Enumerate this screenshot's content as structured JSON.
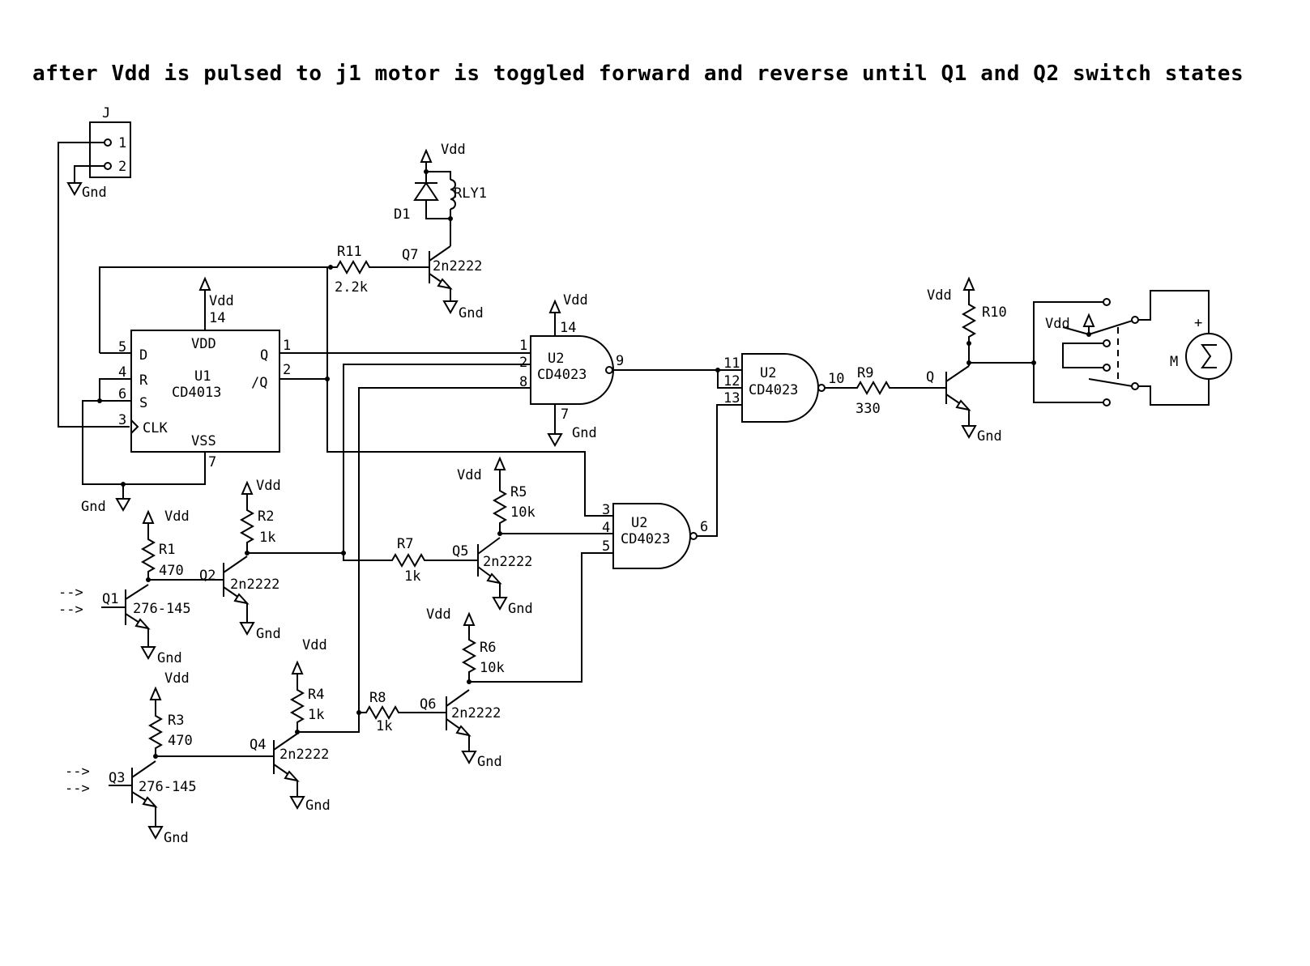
{
  "title": "after Vdd is pulsed to j1 motor is toggled forward and reverse until Q1 and Q2 switch states",
  "labels": {
    "j_connector": "J",
    "j_pin1": "1",
    "j_pin2": "2",
    "gnd": "Gnd",
    "vdd": "Vdd",
    "d1": "D1",
    "rly1": "RLY1",
    "r11": "R11",
    "r11_value": "2.2k",
    "q7": "Q7",
    "q7_part": "2n2222",
    "u1": "U1",
    "u1_part": "CD4013",
    "u1_vdd": "VDD",
    "u1_vss": "VSS",
    "u1_d": "D",
    "u1_r": "R",
    "u1_s": "S",
    "u1_clk": "CLK",
    "u1_q": "Q",
    "u1_qbar": "/Q",
    "u1_pin14": "14",
    "u1_pin5": "5",
    "u1_pin4": "4",
    "u1_pin6": "6",
    "u1_pin3": "3",
    "u1_pin1": "1",
    "u1_pin2": "2",
    "u1_pin7": "7",
    "u2": "U2",
    "u2_part": "CD4023",
    "g1_pin14": "14",
    "g1_pin1": "1",
    "g1_pin2": "2",
    "g1_pin8": "8",
    "g1_pin9": "9",
    "g1_pin7": "7",
    "g2_pin11": "11",
    "g2_pin12": "12",
    "g2_pin13": "13",
    "g2_pin10": "10",
    "g3_pin3": "3",
    "g3_pin4": "4",
    "g3_pin5": "5",
    "g3_pin6": "6",
    "r9": "R9",
    "r9_value": "330",
    "q_driver": "Q",
    "r10": "R10",
    "motor": "M",
    "motor_plus": "+",
    "r5": "R5",
    "r5_value": "10k",
    "r7": "R7",
    "r7_value": "1k",
    "q5": "Q5",
    "q5_part": "2n2222",
    "r1": "R1",
    "r1_value": "470",
    "q1": "Q1",
    "q1_part": "276-145",
    "r2": "R2",
    "r2_value": "1k",
    "q2": "Q2",
    "q2_part": "2n2222",
    "r6": "R6",
    "r6_value": "10k",
    "r8": "R8",
    "r8_value": "1k",
    "q6": "Q6",
    "q6_part": "2n2222",
    "r3": "R3",
    "r3_value": "470",
    "q3": "Q3",
    "q3_part": "276-145",
    "r4": "R4",
    "r4_value": "1k",
    "q4": "Q4",
    "q4_part": "2n2222",
    "light_arrow": "-->"
  }
}
